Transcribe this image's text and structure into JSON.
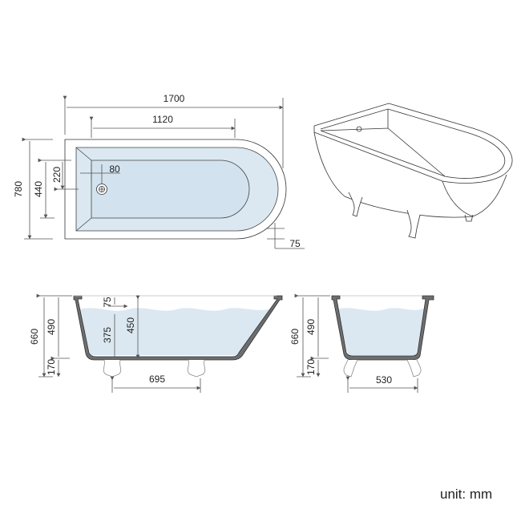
{
  "plan_view": {
    "length": "1700",
    "inner_length": "1120",
    "width": "780",
    "inner_width": "440",
    "drain_offset_y": "220",
    "drain_offset_x": "80",
    "rim": "75"
  },
  "side_view": {
    "total_height": "660",
    "tub_height": "490",
    "leg_height": "170",
    "overflow_depth": "75",
    "water_depth": "375",
    "inner_depth": "450",
    "leg_spacing": "695"
  },
  "end_view": {
    "total_height": "660",
    "tub_height": "490",
    "leg_height": "170",
    "leg_spacing": "530"
  },
  "unit_label": "unit: mm",
  "colors": {
    "water": "#dbe8f1",
    "outline": "#333333",
    "dim_line": "#555555"
  }
}
